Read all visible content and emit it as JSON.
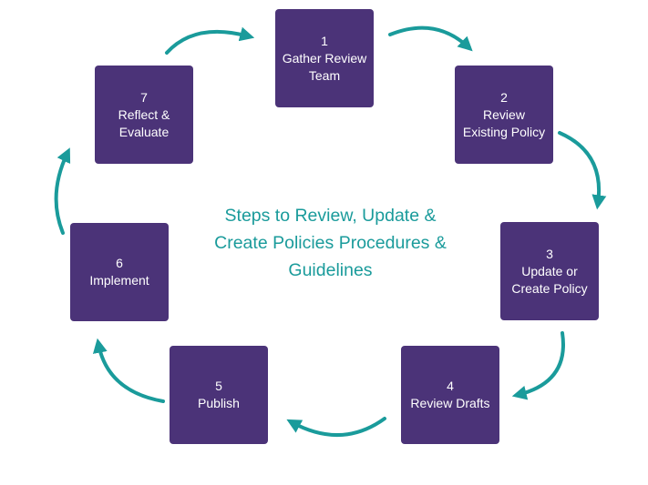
{
  "title": "Steps to Review, Update &\nCreate Policies Procedures &\nGuidelines",
  "colors": {
    "box": "#4b3378",
    "arrow": "#1a9b9b",
    "box_text": "#ffffff",
    "title_text": "#1a9b9b"
  },
  "steps": [
    {
      "number": "1",
      "label": "Gather Review\nTeam"
    },
    {
      "number": "2",
      "label": "Review\nExisting Policy"
    },
    {
      "number": "3",
      "label": "Update or\nCreate Policy"
    },
    {
      "number": "4",
      "label": "Review Drafts"
    },
    {
      "number": "5",
      "label": "Publish"
    },
    {
      "number": "6",
      "label": "Implement"
    },
    {
      "number": "7",
      "label": "Reflect &\nEvaluate"
    }
  ]
}
